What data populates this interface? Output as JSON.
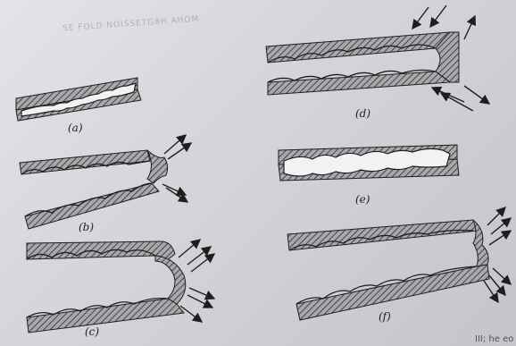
{
  "figure": {
    "panels": [
      {
        "id": "a",
        "label": "(a)"
      },
      {
        "id": "b",
        "label": "(b)"
      },
      {
        "id": "c",
        "label": "(c)"
      },
      {
        "id": "d",
        "label": "(d)"
      },
      {
        "id": "e",
        "label": "(e)"
      },
      {
        "id": "f",
        "label": "(f)"
      }
    ],
    "ghost_header": "SE FOLD NOISSETG8H AHOM",
    "corner_text": "III; he eo"
  },
  "colors": {
    "background": "#d6d6da",
    "ink": "#1e1e1e",
    "hatch_fill": "#a9a9ad"
  }
}
